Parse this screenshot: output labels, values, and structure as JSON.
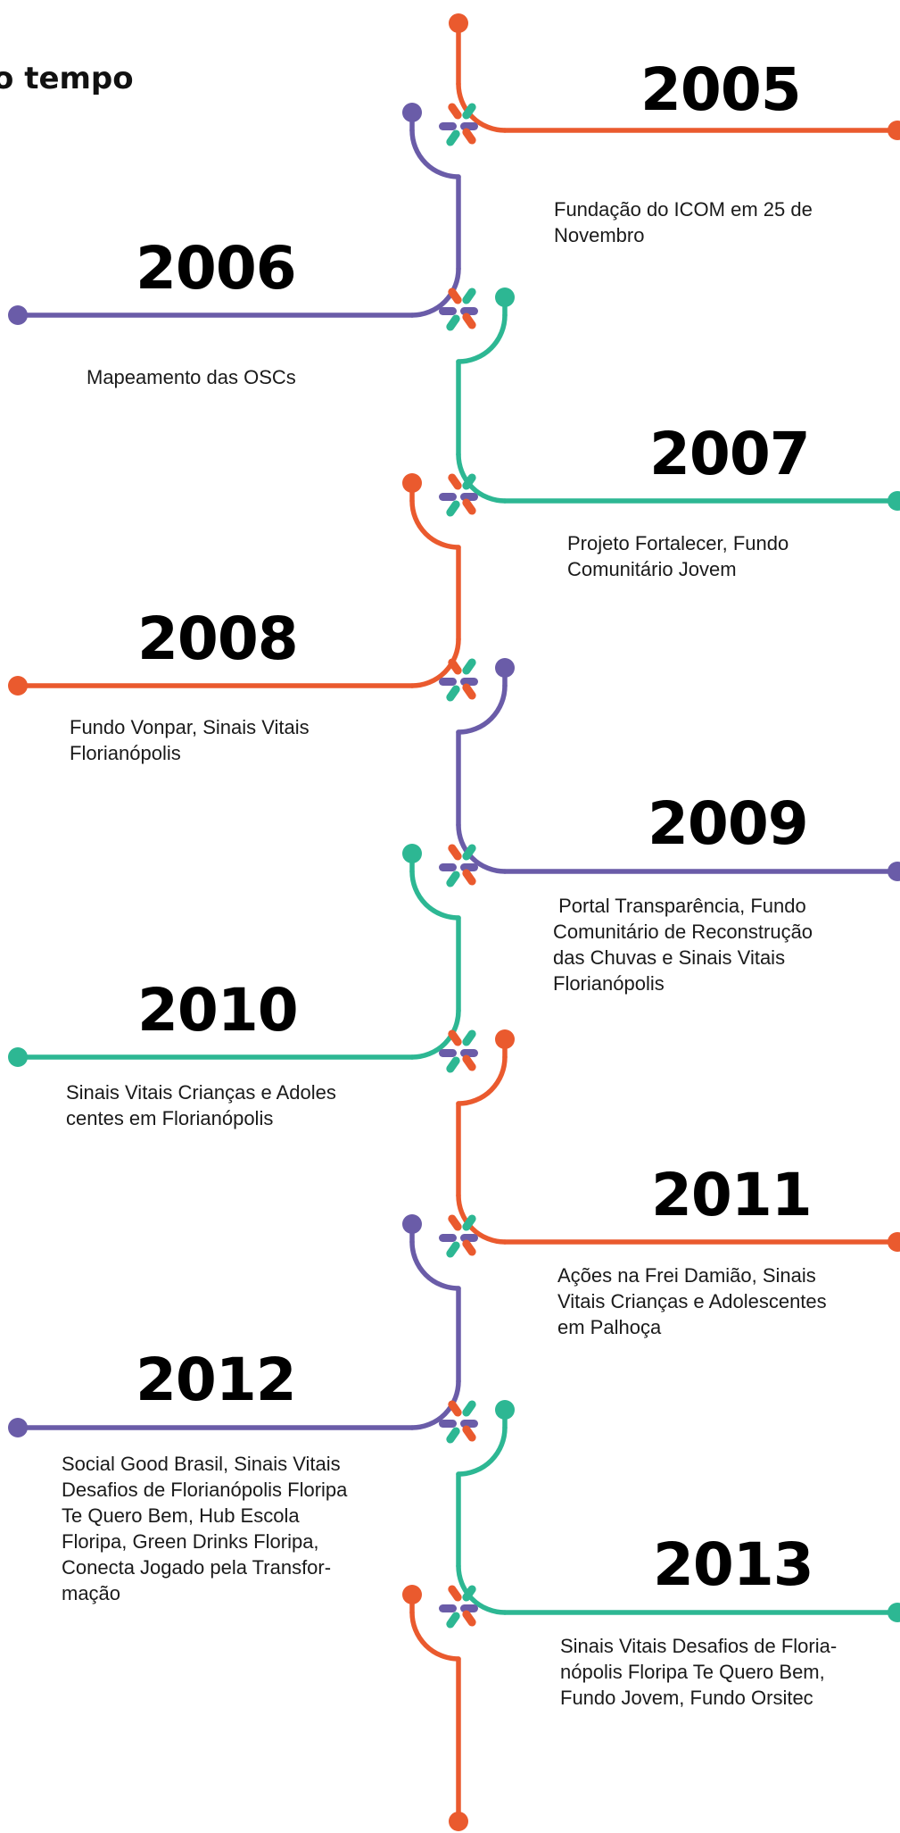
{
  "title": "o tempo",
  "colors": {
    "orange": "#EA5A2E",
    "purple": "#6A5CA8",
    "teal": "#2DB793"
  },
  "events": [
    {
      "year": "2005",
      "lines": [
        "Fundação do ICOM em 25 de",
        "Novembro"
      ]
    },
    {
      "year": "2006",
      "lines": [
        "Mapeamento das OSCs"
      ]
    },
    {
      "year": "2007",
      "lines": [
        "Projeto Fortalecer, Fundo",
        "Comunitário Jovem"
      ]
    },
    {
      "year": "2008",
      "lines": [
        "Fundo Vonpar, Sinais Vitais",
        "Florianópolis"
      ]
    },
    {
      "year": "2009",
      "lines": [
        " Portal Transparência, Fundo",
        "Comunitário de Reconstrução",
        "das Chuvas e Sinais Vitais",
        "Florianópolis"
      ]
    },
    {
      "year": "2010",
      "lines": [
        "Sinais Vitais Crianças e Adoles",
        "centes em Florianópolis"
      ]
    },
    {
      "year": "2011",
      "lines": [
        "Ações na Frei Damião, Sinais",
        "Vitais Crianças e Adolescentes",
        "em Palhoça"
      ]
    },
    {
      "year": "2012",
      "lines": [
        "Social Good Brasil, Sinais Vitais",
        "Desafios de Florianópolis Floripa",
        "Te Quero Bem, Hub Escola",
        "Floripa, Green Drinks Floripa,",
        "Conecta Jogado pela Transfor-",
        "mação"
      ]
    },
    {
      "year": "2013",
      "lines": [
        "Sinais Vitais Desafios de Floria-",
        "nópolis Floripa Te Quero Bem,",
        "Fundo Jovem, Fundo Orsitec"
      ]
    }
  ]
}
